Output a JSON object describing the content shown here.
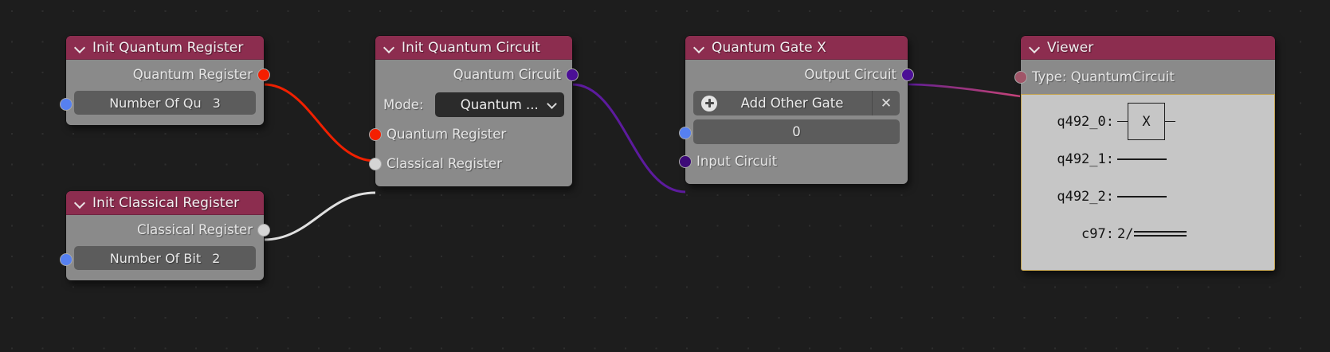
{
  "editor": {
    "background_color": "#1d1d1d",
    "grid_dot_color": "#2e2e2e"
  },
  "colors": {
    "node_header": "#8c2d4f",
    "node_body": "#8a8a8a",
    "socket_quantum_register": "#f41f00",
    "socket_classical_register": "#d5d5d5",
    "socket_quantum_circuit": "#4b0f96",
    "socket_number": "#5680f0",
    "socket_viewer_input": "#a05568",
    "link_red": "#f02000",
    "link_white": "#e0e0e0",
    "link_purple": "#5d1b9e",
    "link_pink": "#c8447a",
    "viewer_panel_border": "#c3a24e",
    "viewer_panel_bg": "#c6c6c6"
  },
  "nodes": [
    {
      "id": "init-quantum-register",
      "title": "Init Quantum Register",
      "outputs": [
        {
          "label": "Quantum Register",
          "socket": "quantum-register"
        }
      ],
      "widget": {
        "name": "Number Of Qu",
        "value": "3",
        "socket": "number"
      }
    },
    {
      "id": "init-classical-register",
      "title": "Init Classical Register",
      "outputs": [
        {
          "label": "Classical Register",
          "socket": "classical-register"
        }
      ],
      "widget": {
        "name": "Number Of Bit",
        "value": "2",
        "socket": "number"
      }
    },
    {
      "id": "init-quantum-circuit",
      "title": "Init Quantum Circuit",
      "outputs": [
        {
          "label": "Quantum Circuit",
          "socket": "quantum-circuit"
        }
      ],
      "dropdown": {
        "label": "Mode:",
        "value": "Quantum ..."
      },
      "inputs": [
        {
          "label": "Quantum Register",
          "socket": "quantum-register"
        },
        {
          "label": "Classical Register",
          "socket": "classical-register"
        }
      ]
    },
    {
      "id": "quantum-gate-x",
      "title": "Quantum Gate X",
      "outputs": [
        {
          "label": "Output Circuit",
          "socket": "quantum-circuit"
        }
      ],
      "operator": {
        "label": "Add Other Gate",
        "plus_icon": "plus-icon",
        "close_icon": "close-icon"
      },
      "value_field": {
        "value": "0",
        "socket": "number"
      },
      "inputs": [
        {
          "label": "Input Circuit",
          "socket": "quantum-circuit"
        }
      ]
    },
    {
      "id": "viewer",
      "title": "Viewer",
      "inputs": [
        {
          "label": "Type: QuantumCircuit",
          "socket": "viewer-input"
        }
      ],
      "circuit": {
        "lines": [
          {
            "label": "q492_0:",
            "type": "gate",
            "gate": "X"
          },
          {
            "label": "q492_1:",
            "type": "wire"
          },
          {
            "label": "q492_2:",
            "type": "wire"
          },
          {
            "label": "c97:",
            "type": "classical",
            "prefix": "2/"
          }
        ]
      }
    }
  ]
}
